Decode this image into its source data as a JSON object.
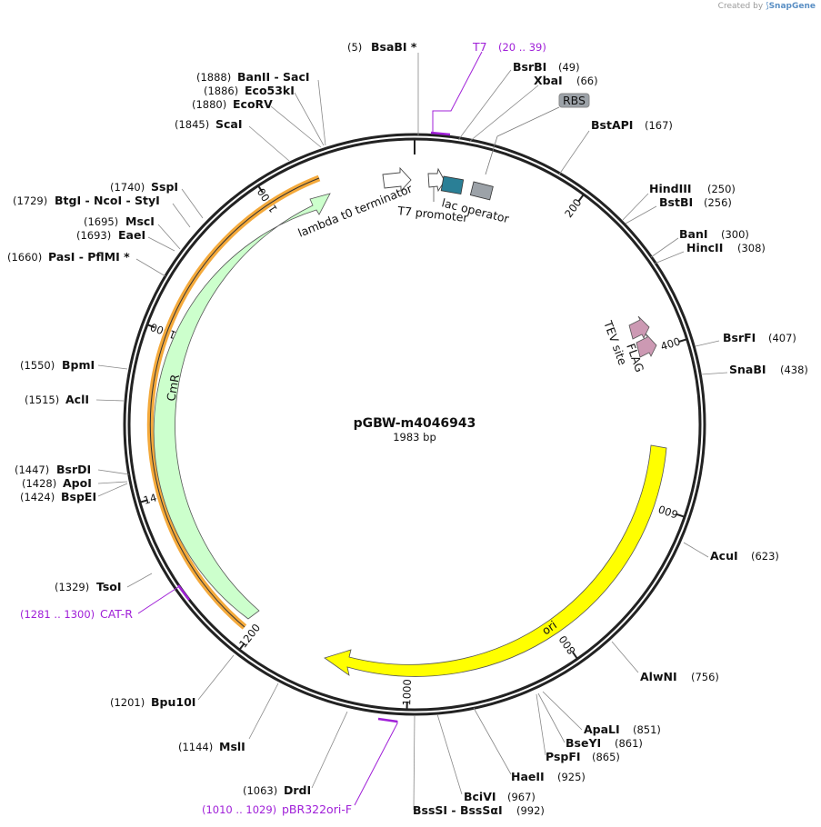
{
  "credit": {
    "prefix": "Created by",
    "brand": "SnapGene"
  },
  "plasmid": {
    "name": "pGBW-m4046943",
    "length_label": "1983 bp",
    "length": 1983
  },
  "colors": {
    "ori": "#ffff00",
    "cmr_arrow": "#ccffcc",
    "cmr_band": "#f4a93a",
    "primer": "#a020d8",
    "tev_flag": "#cc99b3",
    "lac_operator": "#8a939c",
    "rbs": "#9ca2a8"
  },
  "ticks": [
    {
      "label": "200",
      "pos": 200
    },
    {
      "label": "400",
      "pos": 400
    },
    {
      "label": "600",
      "pos": 600
    },
    {
      "label": "800",
      "pos": 800
    },
    {
      "label": "1000",
      "pos": 1000
    },
    {
      "label": "1200",
      "pos": 1200
    },
    {
      "label": "1400",
      "pos": 1400
    },
    {
      "label": "1600",
      "pos": 1600
    },
    {
      "label": "1800",
      "pos": 1800
    }
  ],
  "features": {
    "ori": "ori",
    "cmr": "CmR",
    "lambda": "lambda t0 terminator",
    "t7_promoter": "T7 promoter",
    "lac_operator": "lac operator",
    "tev": "TEV site",
    "flag": "FLAG",
    "rbs": "RBS"
  },
  "primers": [
    {
      "name": "T7",
      "range": "(20 .. 39)"
    },
    {
      "name": "CAT-R",
      "range": "(1281 .. 1300)"
    },
    {
      "name": "pBR322ori-F",
      "range": "(1010 .. 1029)"
    }
  ],
  "sites": [
    {
      "pos": "(5)",
      "name": "BsaBI *"
    },
    {
      "name": "BsrBI",
      "pos": "(49)"
    },
    {
      "name": "XbaI",
      "pos": "(66)"
    },
    {
      "name": "BstAPI",
      "pos": "(167)"
    },
    {
      "name": "HindIII",
      "pos": "(250)"
    },
    {
      "name": "BstBI",
      "pos": "(256)"
    },
    {
      "name": "BanI",
      "pos": "(300)"
    },
    {
      "name": "HincII",
      "pos": "(308)"
    },
    {
      "name": "BsrFI",
      "pos": "(407)"
    },
    {
      "name": "SnaBI",
      "pos": "(438)"
    },
    {
      "name": "AcuI",
      "pos": "(623)"
    },
    {
      "name": "AlwNI",
      "pos": "(756)"
    },
    {
      "name": "ApaLI",
      "pos": "(851)"
    },
    {
      "name": "BseYI",
      "pos": "(861)"
    },
    {
      "name": "PspFI",
      "pos": "(865)"
    },
    {
      "name": "HaeII",
      "pos": "(925)"
    },
    {
      "name": "BciVI",
      "pos": "(967)"
    },
    {
      "name": "BssSI - BssSαI",
      "pos": "(992)"
    },
    {
      "pos": "(1063)",
      "name": "DrdI"
    },
    {
      "pos": "(1144)",
      "name": "MslI"
    },
    {
      "pos": "(1201)",
      "name": "Bpu10I"
    },
    {
      "pos": "(1329)",
      "name": "TsoI"
    },
    {
      "pos": "(1424)",
      "name": "BspEI"
    },
    {
      "pos": "(1428)",
      "name": "ApoI"
    },
    {
      "pos": "(1447)",
      "name": "BsrDI"
    },
    {
      "pos": "(1515)",
      "name": "AclI"
    },
    {
      "pos": "(1550)",
      "name": "BpmI"
    },
    {
      "pos": "(1660)",
      "name": "PasI - PflMI *"
    },
    {
      "pos": "(1693)",
      "name": "EaeI"
    },
    {
      "pos": "(1695)",
      "name": "MscI"
    },
    {
      "pos": "(1729)",
      "name": "BtgI - NcoI - StyI"
    },
    {
      "pos": "(1740)",
      "name": "SspI"
    },
    {
      "pos": "(1845)",
      "name": "ScaI"
    },
    {
      "pos": "(1880)",
      "name": "EcoRV"
    },
    {
      "pos": "(1886)",
      "name": "Eco53kI"
    },
    {
      "pos": "(1888)",
      "name": "BanII - SacI"
    }
  ]
}
